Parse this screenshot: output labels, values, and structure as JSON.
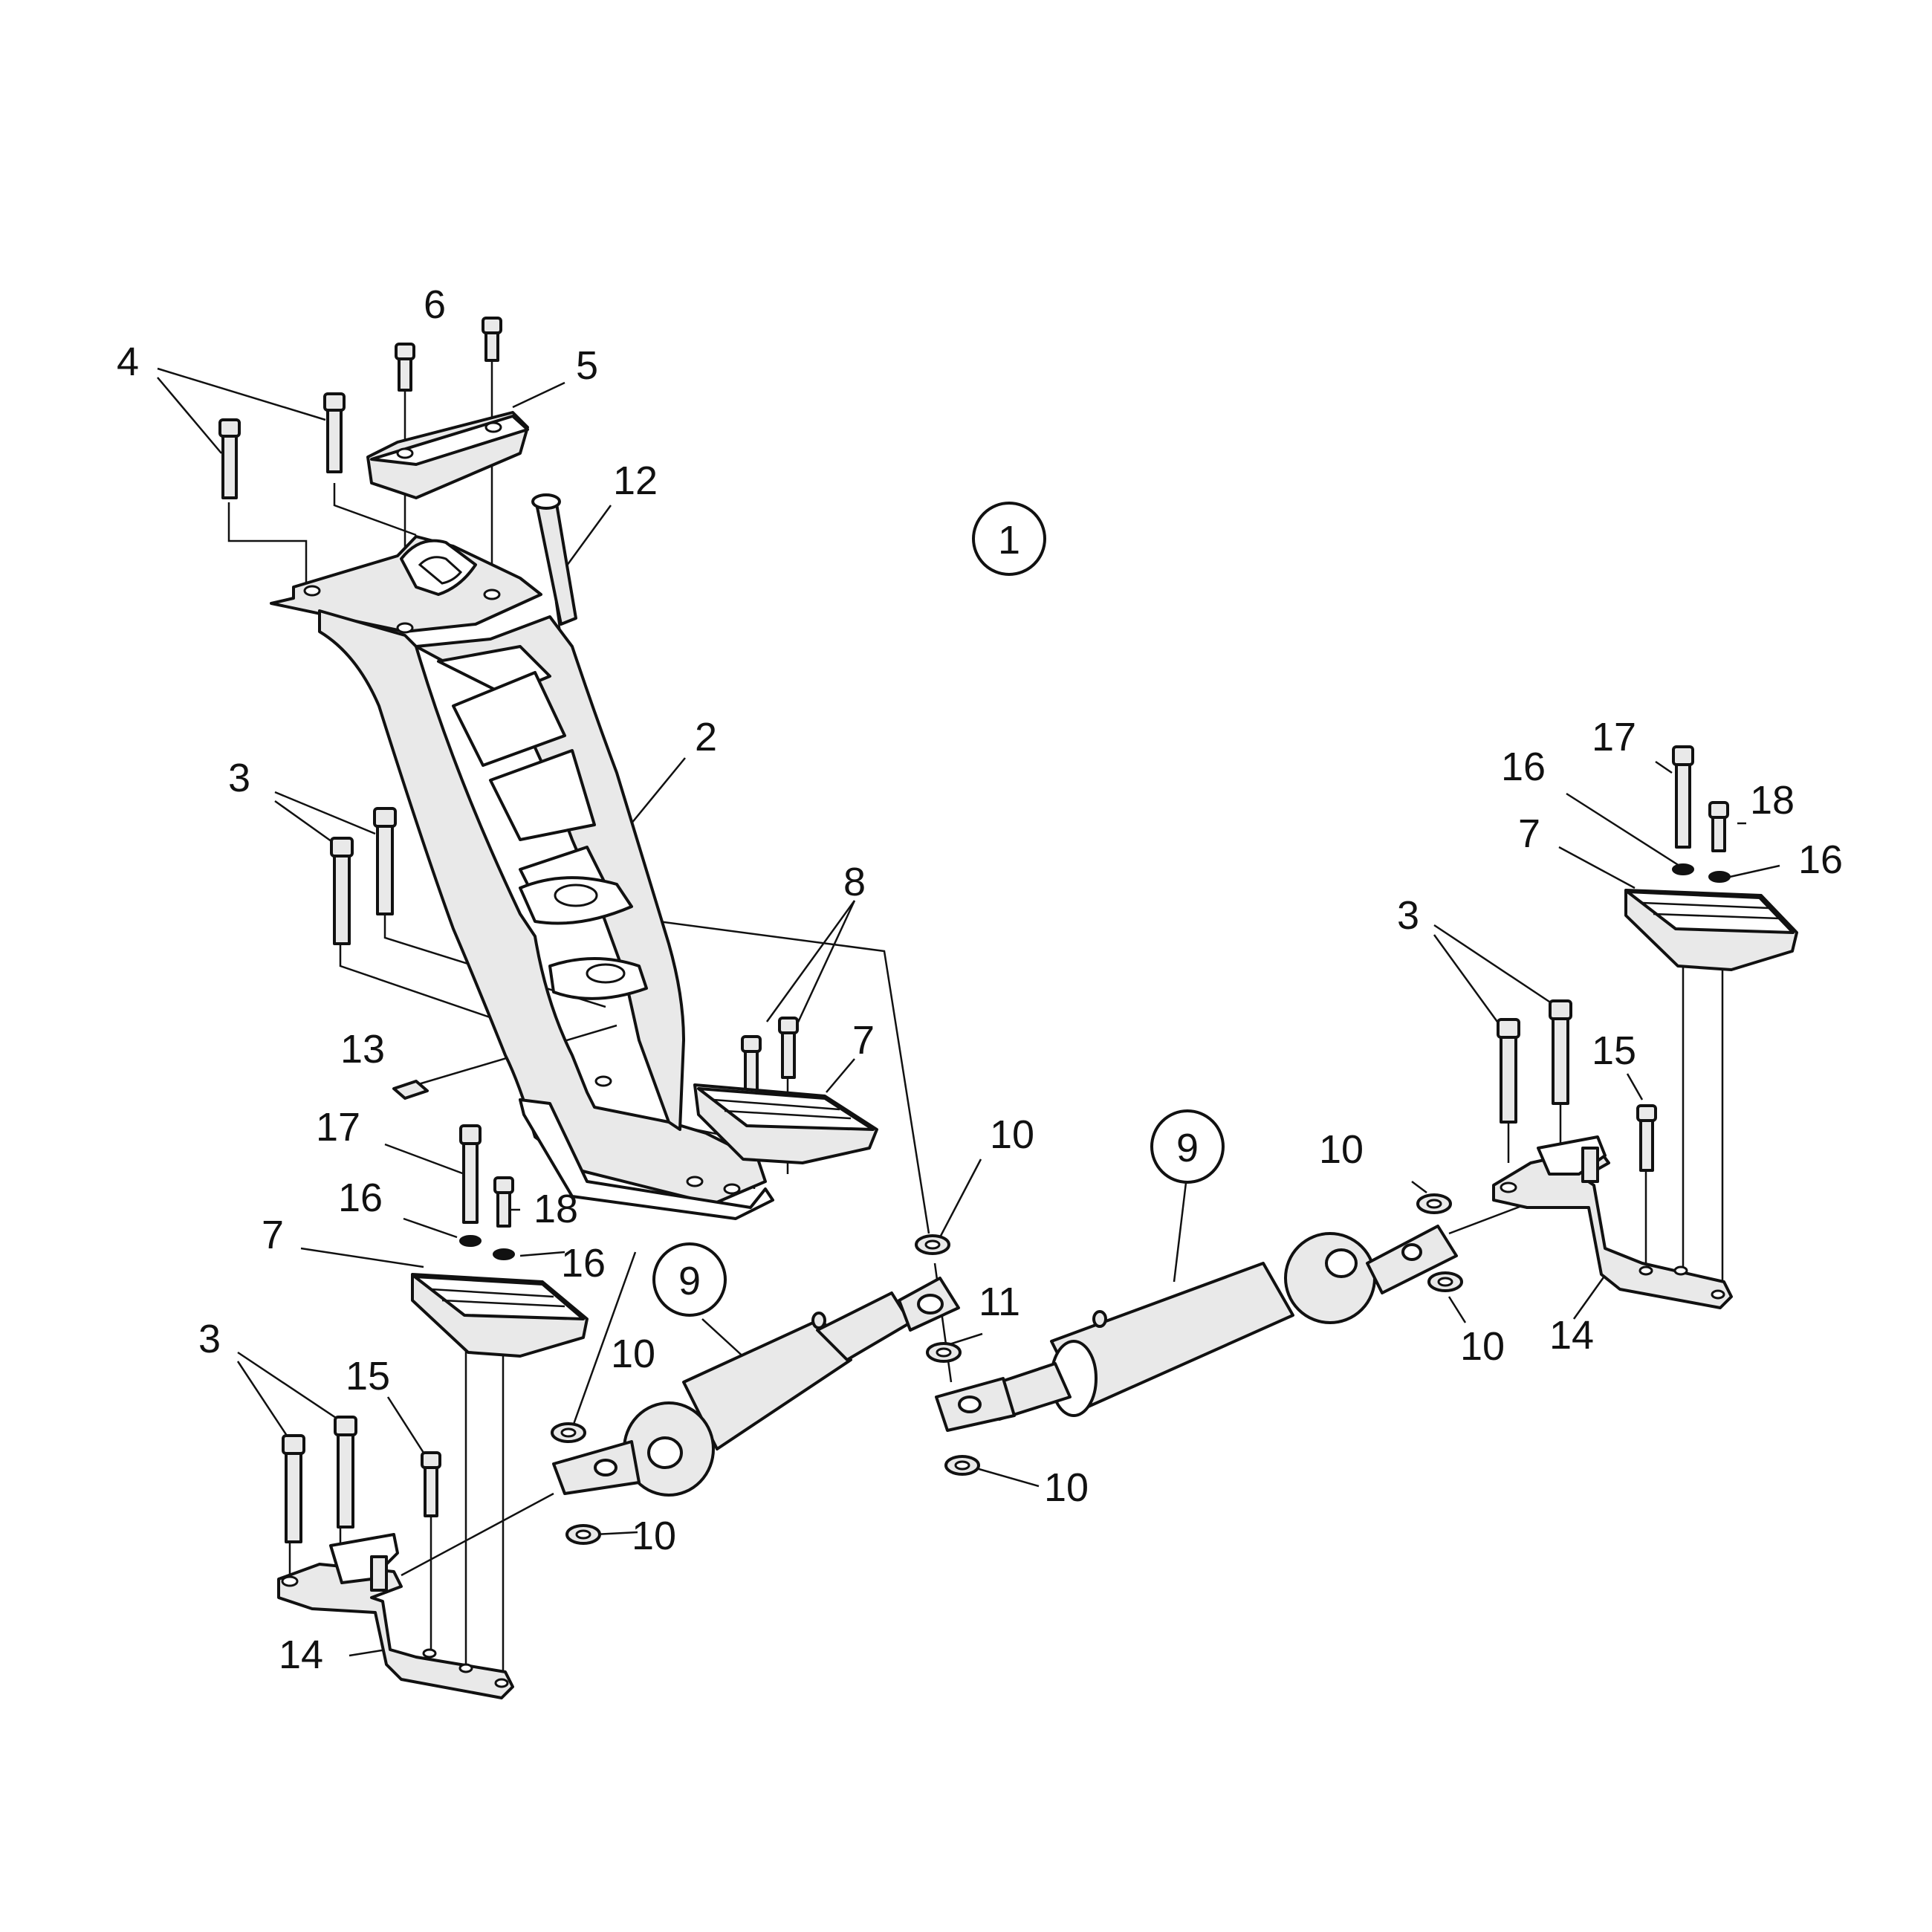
{
  "callouts": {
    "c1": "1",
    "c2": "2",
    "c3a": "3",
    "c3b": "3",
    "c3c": "3",
    "c4": "4",
    "c5": "5",
    "c6": "6",
    "c7a": "7",
    "c7b": "7",
    "c7c": "7",
    "c8": "8",
    "c9a": "9",
    "c9b": "9",
    "c10a": "10",
    "c10b": "10",
    "c10c": "10",
    "c10d": "10",
    "c10e": "10",
    "c10f": "10",
    "c11": "11",
    "c12": "12",
    "c13": "13",
    "c14a": "14",
    "c14b": "14",
    "c15a": "15",
    "c15b": "15",
    "c16a": "16",
    "c16b": "16",
    "c16c": "16",
    "c16d": "16",
    "c17a": "17",
    "c17b": "17",
    "c18a": "18",
    "c18b": "18"
  }
}
